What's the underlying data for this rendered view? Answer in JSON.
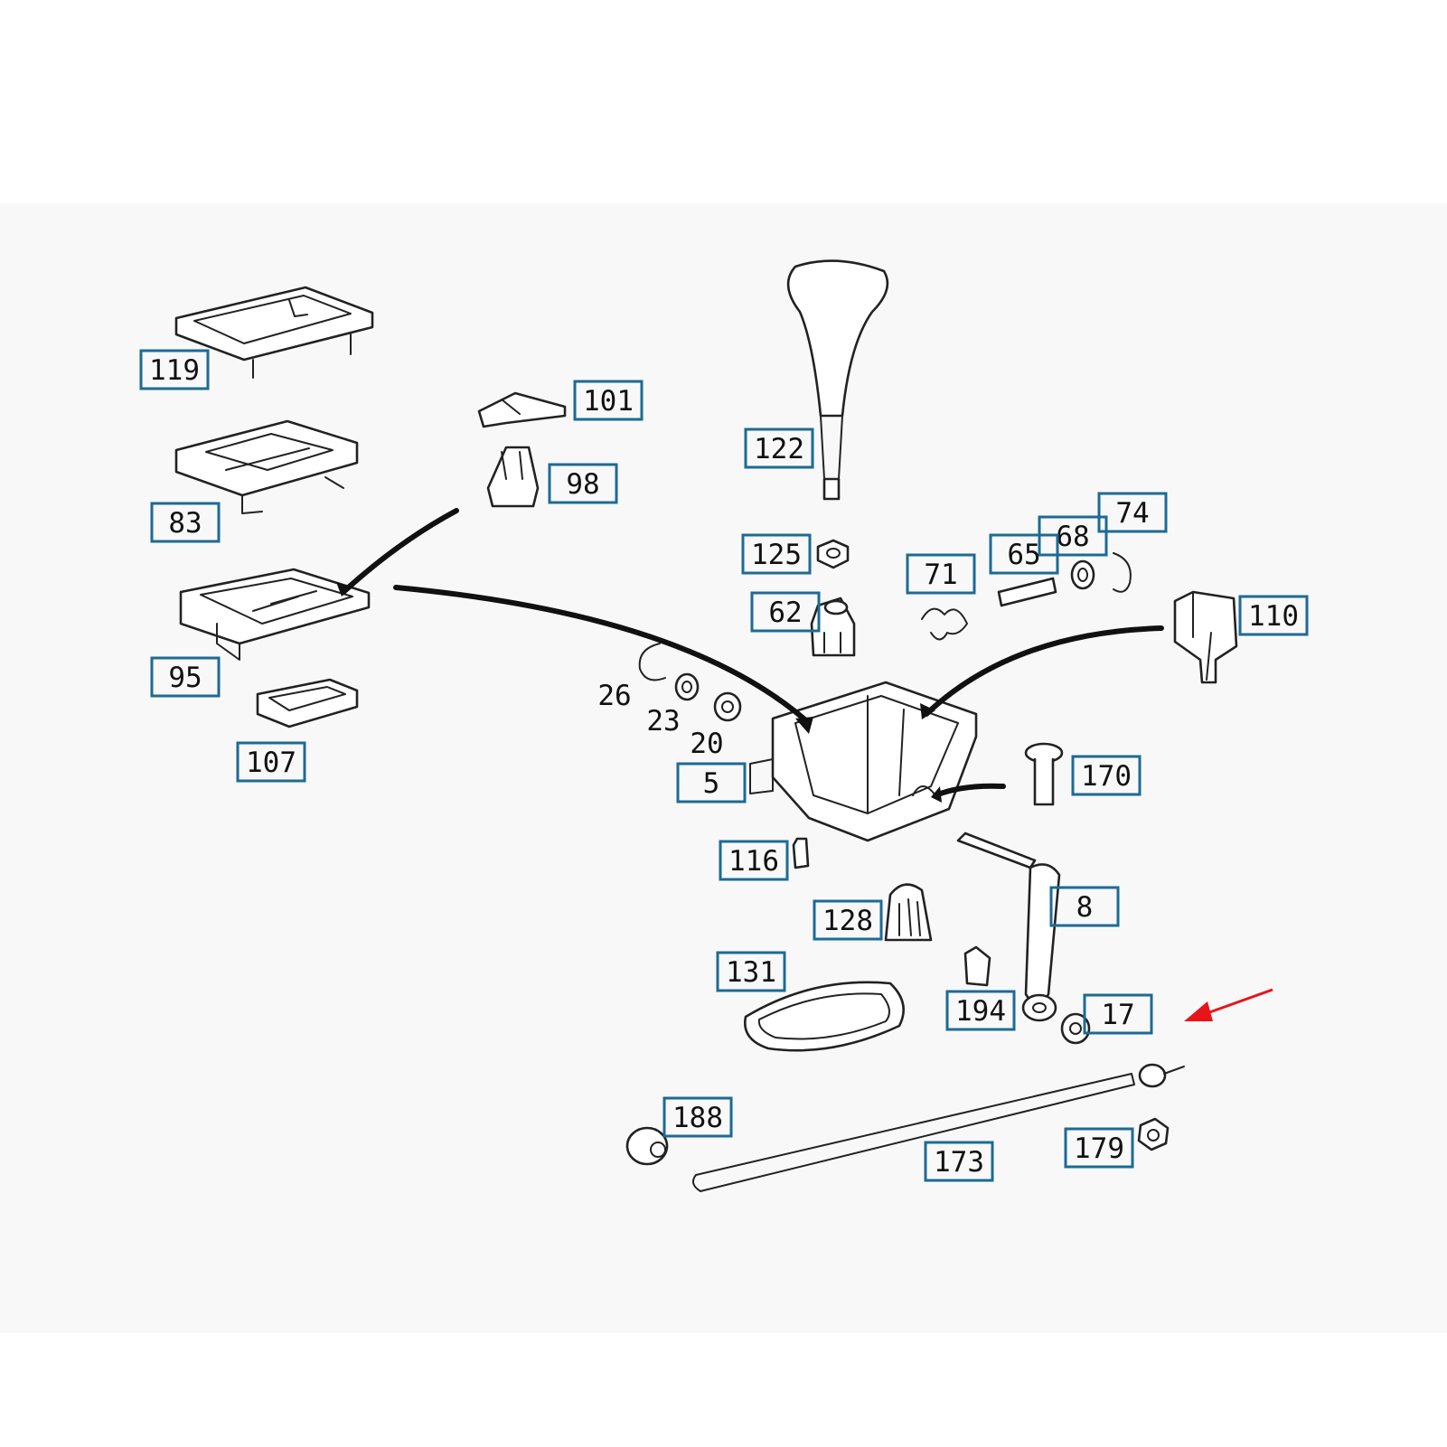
{
  "diagram": {
    "callouts": [
      {
        "id": "119",
        "label": "119"
      },
      {
        "id": "101",
        "label": "101"
      },
      {
        "id": "122",
        "label": "122"
      },
      {
        "id": "98",
        "label": "98"
      },
      {
        "id": "83",
        "label": "83"
      },
      {
        "id": "74",
        "label": "74"
      },
      {
        "id": "68",
        "label": "68"
      },
      {
        "id": "65",
        "label": "65"
      },
      {
        "id": "125",
        "label": "125"
      },
      {
        "id": "71",
        "label": "71"
      },
      {
        "id": "110",
        "label": "110"
      },
      {
        "id": "62",
        "label": "62"
      },
      {
        "id": "95",
        "label": "95"
      },
      {
        "id": "107",
        "label": "107"
      },
      {
        "id": "5",
        "label": "5"
      },
      {
        "id": "170",
        "label": "170"
      },
      {
        "id": "116",
        "label": "116"
      },
      {
        "id": "8",
        "label": "8"
      },
      {
        "id": "128",
        "label": "128"
      },
      {
        "id": "131",
        "label": "131"
      },
      {
        "id": "194",
        "label": "194"
      },
      {
        "id": "17",
        "label": "17"
      },
      {
        "id": "188",
        "label": "188"
      },
      {
        "id": "179",
        "label": "179"
      },
      {
        "id": "173",
        "label": "173"
      }
    ],
    "plain_labels": [
      {
        "id": "26",
        "label": "26"
      },
      {
        "id": "23",
        "label": "23"
      },
      {
        "id": "20",
        "label": "20"
      }
    ],
    "colors": {
      "callout_border": "#1d6a95",
      "highlight_arrow": "#e8141c",
      "line_art": "#222222",
      "panel_background": "#f8f8f8"
    }
  }
}
